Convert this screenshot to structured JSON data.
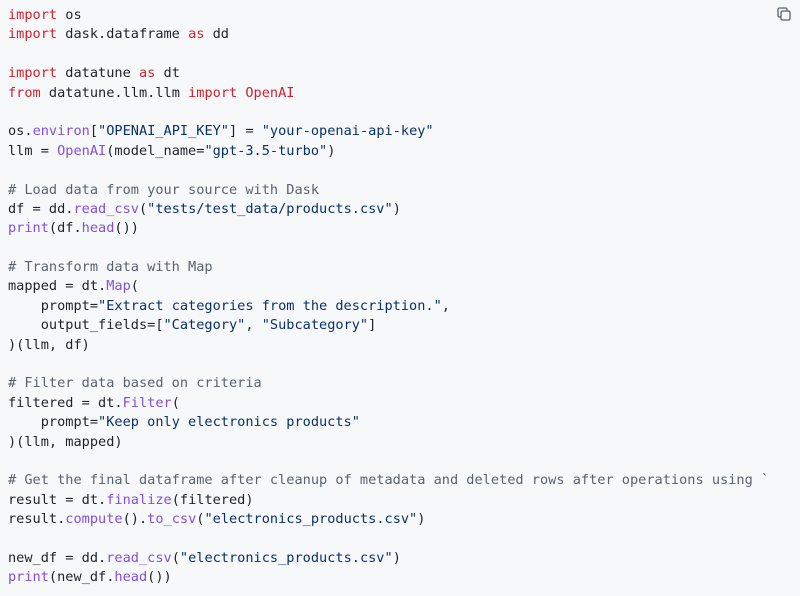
{
  "toolbar": {
    "copy_icon": "copy-icon"
  },
  "colors": {
    "background": "#f6f8fa",
    "text": "#1f2328",
    "keyword": "#cf222e",
    "string": "#0a3069",
    "function": "#8250df",
    "comment": "#59636e"
  },
  "code_lines": [
    [
      {
        "t": "import",
        "c": "kw"
      },
      {
        "t": " os",
        "c": "plain"
      }
    ],
    [
      {
        "t": "import",
        "c": "kw"
      },
      {
        "t": " dask.dataframe ",
        "c": "plain"
      },
      {
        "t": "as",
        "c": "kw"
      },
      {
        "t": " dd",
        "c": "plain"
      }
    ],
    [],
    [
      {
        "t": "import",
        "c": "kw"
      },
      {
        "t": " datatune ",
        "c": "plain"
      },
      {
        "t": "as",
        "c": "kw"
      },
      {
        "t": " dt",
        "c": "plain"
      }
    ],
    [
      {
        "t": "from",
        "c": "kw"
      },
      {
        "t": " datatune.llm.llm ",
        "c": "plain"
      },
      {
        "t": "import",
        "c": "kw"
      },
      {
        "t": " ",
        "c": "plain"
      },
      {
        "t": "OpenAI",
        "c": "kw"
      }
    ],
    [],
    [
      {
        "t": "os.",
        "c": "plain"
      },
      {
        "t": "environ",
        "c": "fn"
      },
      {
        "t": "[",
        "c": "plain"
      },
      {
        "t": "\"OPENAI_API_KEY\"",
        "c": "str"
      },
      {
        "t": "] = ",
        "c": "plain"
      },
      {
        "t": "\"your-openai-api-key\"",
        "c": "str"
      }
    ],
    [
      {
        "t": "llm = ",
        "c": "plain"
      },
      {
        "t": "OpenAI",
        "c": "fn"
      },
      {
        "t": "(model_name=",
        "c": "plain"
      },
      {
        "t": "\"gpt-3.5-turbo\"",
        "c": "str"
      },
      {
        "t": ")",
        "c": "plain"
      }
    ],
    [],
    [
      {
        "t": "# Load data from your source with Dask",
        "c": "com"
      }
    ],
    [
      {
        "t": "df = dd.",
        "c": "plain"
      },
      {
        "t": "read_csv",
        "c": "fn"
      },
      {
        "t": "(",
        "c": "plain"
      },
      {
        "t": "\"tests/test_data/products.csv\"",
        "c": "str"
      },
      {
        "t": ")",
        "c": "plain"
      }
    ],
    [
      {
        "t": "print",
        "c": "fn"
      },
      {
        "t": "(df.",
        "c": "plain"
      },
      {
        "t": "head",
        "c": "fn"
      },
      {
        "t": "())",
        "c": "plain"
      }
    ],
    [],
    [
      {
        "t": "# Transform data with Map",
        "c": "com"
      }
    ],
    [
      {
        "t": "mapped = dt.",
        "c": "plain"
      },
      {
        "t": "Map",
        "c": "fn"
      },
      {
        "t": "(",
        "c": "plain"
      }
    ],
    [
      {
        "t": "    prompt=",
        "c": "plain"
      },
      {
        "t": "\"Extract categories from the description.\"",
        "c": "str"
      },
      {
        "t": ",",
        "c": "plain"
      }
    ],
    [
      {
        "t": "    output_fields=[",
        "c": "plain"
      },
      {
        "t": "\"Category\"",
        "c": "str"
      },
      {
        "t": ", ",
        "c": "plain"
      },
      {
        "t": "\"Subcategory\"",
        "c": "str"
      },
      {
        "t": "]",
        "c": "plain"
      }
    ],
    [
      {
        "t": ")(llm, df)",
        "c": "plain"
      }
    ],
    [],
    [
      {
        "t": "# Filter data based on criteria",
        "c": "com"
      }
    ],
    [
      {
        "t": "filtered = dt.",
        "c": "plain"
      },
      {
        "t": "Filter",
        "c": "fn"
      },
      {
        "t": "(",
        "c": "plain"
      }
    ],
    [
      {
        "t": "    prompt=",
        "c": "plain"
      },
      {
        "t": "\"Keep only electronics products\"",
        "c": "str"
      }
    ],
    [
      {
        "t": ")(llm, mapped)",
        "c": "plain"
      }
    ],
    [],
    [
      {
        "t": "# Get the final dataframe after cleanup of metadata and deleted rows after operations using `f",
        "c": "com"
      }
    ],
    [
      {
        "t": "result = dt.",
        "c": "plain"
      },
      {
        "t": "finalize",
        "c": "fn"
      },
      {
        "t": "(filtered)",
        "c": "plain"
      }
    ],
    [
      {
        "t": "result.",
        "c": "plain"
      },
      {
        "t": "compute",
        "c": "fn"
      },
      {
        "t": "().",
        "c": "plain"
      },
      {
        "t": "to_csv",
        "c": "fn"
      },
      {
        "t": "(",
        "c": "plain"
      },
      {
        "t": "\"electronics_products.csv\"",
        "c": "str"
      },
      {
        "t": ")",
        "c": "plain"
      }
    ],
    [],
    [
      {
        "t": "new_df = dd.",
        "c": "plain"
      },
      {
        "t": "read_csv",
        "c": "fn"
      },
      {
        "t": "(",
        "c": "plain"
      },
      {
        "t": "\"electronics_products.csv\"",
        "c": "str"
      },
      {
        "t": ")",
        "c": "plain"
      }
    ],
    [
      {
        "t": "print",
        "c": "fn"
      },
      {
        "t": "(new_df.",
        "c": "plain"
      },
      {
        "t": "head",
        "c": "fn"
      },
      {
        "t": "())",
        "c": "plain"
      }
    ]
  ]
}
